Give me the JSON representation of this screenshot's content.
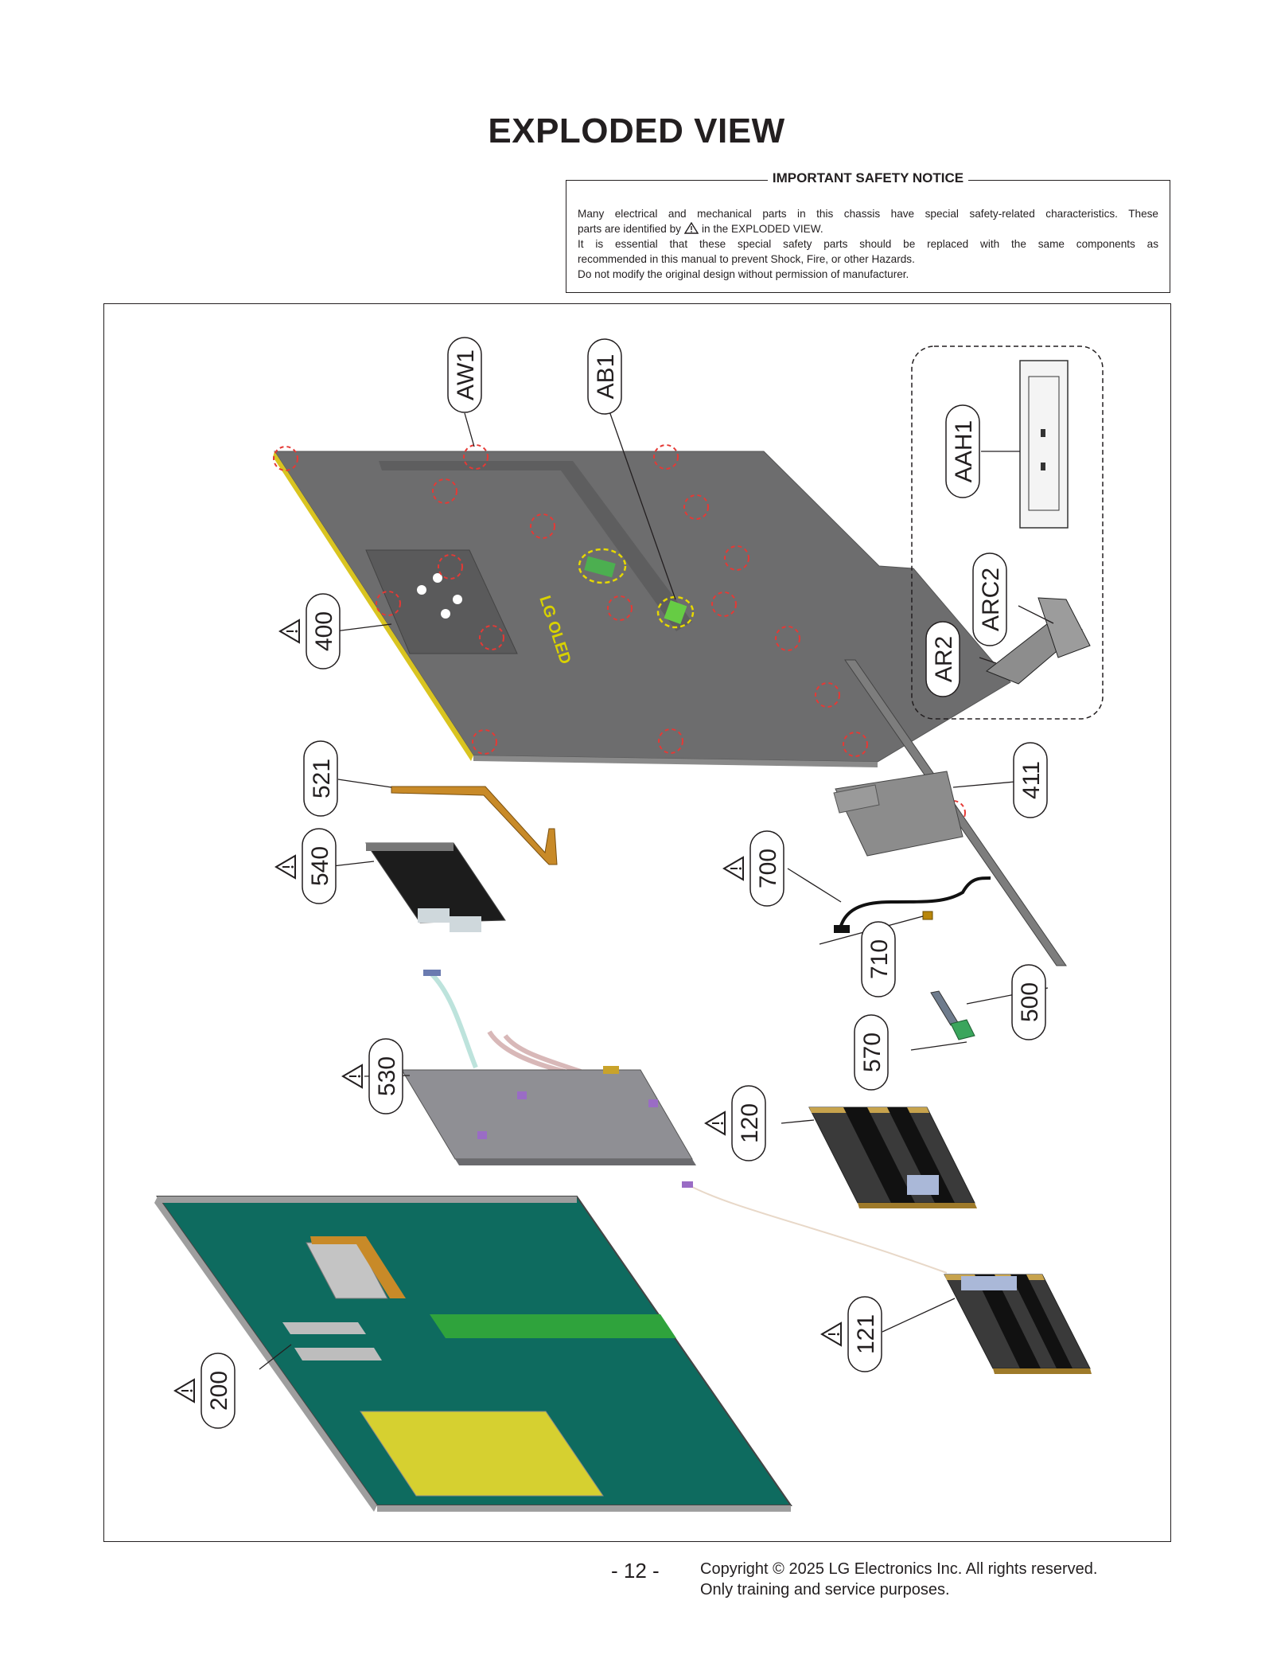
{
  "title": "EXPLODED VIEW",
  "safety_notice": {
    "heading": "IMPORTANT SAFETY NOTICE",
    "line1": "Many electrical and mechanical parts in this chassis have special safety-related characteristics. These",
    "line2a": "parts are identified by",
    "line2b": "in the EXPLODED VIEW.",
    "line3": "It is essential that these special safety parts should be replaced with the same components as",
    "line4": "recommended in this manual to prevent Shock, Fire, or other Hazards.",
    "line5": "Do not modify the original design without permission of manufacturer."
  },
  "parts": [
    {
      "label": "AW1",
      "safety": false
    },
    {
      "label": "AB1",
      "safety": false
    },
    {
      "label": "AAH1",
      "safety": false
    },
    {
      "label": "ARC2",
      "safety": false
    },
    {
      "label": "AR2",
      "safety": false
    },
    {
      "label": "400",
      "safety": true
    },
    {
      "label": "411",
      "safety": false
    },
    {
      "label": "521",
      "safety": false
    },
    {
      "label": "540",
      "safety": true
    },
    {
      "label": "700",
      "safety": true
    },
    {
      "label": "710",
      "safety": false
    },
    {
      "label": "500",
      "safety": false
    },
    {
      "label": "570",
      "safety": false
    },
    {
      "label": "530",
      "safety": true
    },
    {
      "label": "120",
      "safety": true
    },
    {
      "label": "121",
      "safety": true
    },
    {
      "label": "200",
      "safety": true
    }
  ],
  "panel_logo": "LG OLED",
  "page_number": "- 12 -",
  "copyright_line1": "Copyright © 2025 LG Electronics Inc. All rights reserved.",
  "copyright_line2": "Only training and service purposes."
}
